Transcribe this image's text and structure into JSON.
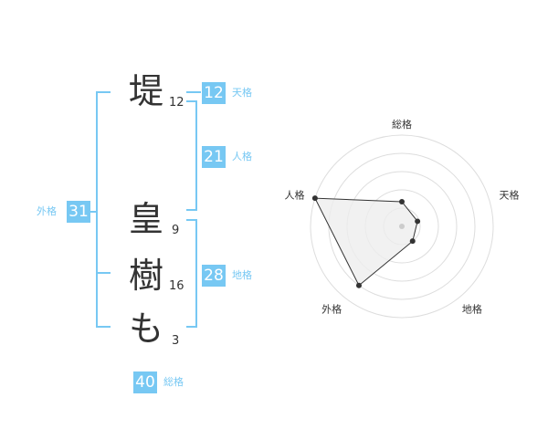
{
  "name": {
    "characters": [
      {
        "char": "堤",
        "strokes": "12"
      },
      {
        "char": "皇",
        "strokes": "9"
      },
      {
        "char": "樹",
        "strokes": "16"
      },
      {
        "char": "も",
        "strokes": "3"
      }
    ]
  },
  "kaku": {
    "tenkaku": {
      "value": "12",
      "label": "天格"
    },
    "jinkaku": {
      "value": "21",
      "label": "人格"
    },
    "chikaku": {
      "value": "28",
      "label": "地格"
    },
    "gaikaku": {
      "value": "31",
      "label": "外格"
    },
    "soukaku": {
      "value": "40",
      "label": "総格"
    }
  },
  "colors": {
    "accent": "#77c8f3",
    "text": "#333333",
    "grid": "#dddddd",
    "fill": "#eeeeee"
  },
  "chart_data": {
    "type": "radar",
    "axes": [
      "総格",
      "天格",
      "地格",
      "外格",
      "人格"
    ],
    "values": [
      0.27,
      0.18,
      0.2,
      0.8,
      1.0
    ],
    "rings": 5
  }
}
